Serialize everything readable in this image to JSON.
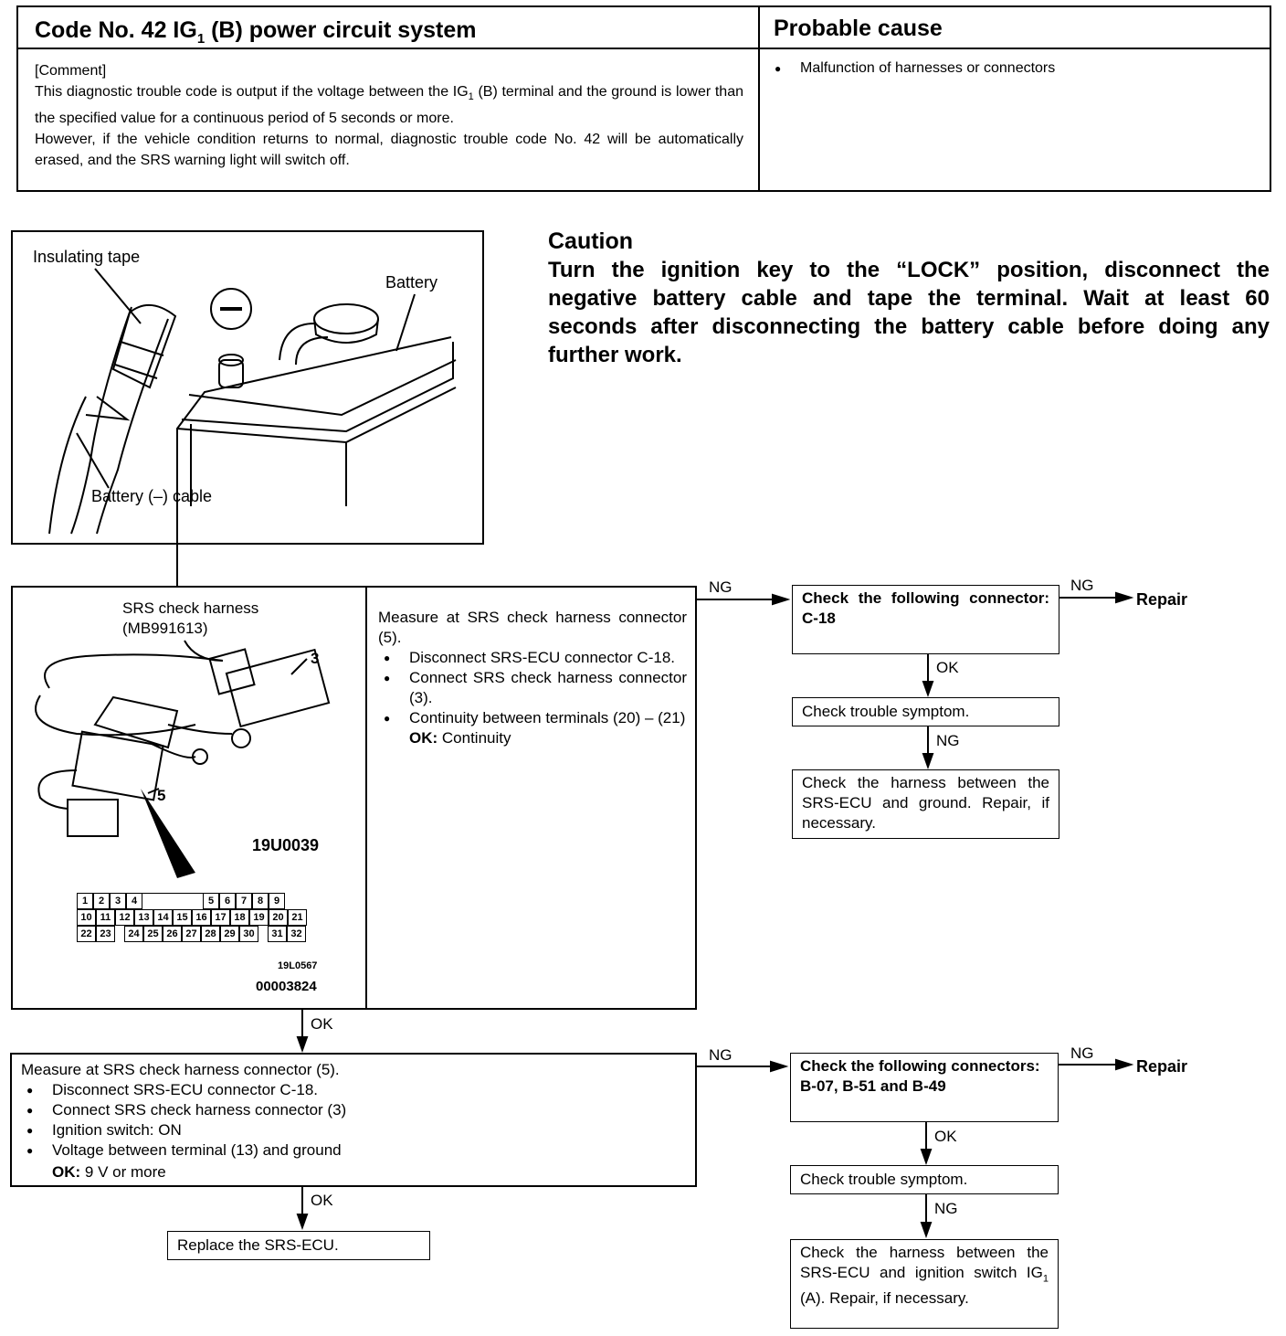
{
  "header": {
    "code_title": "Code No. 42 IG",
    "code_sub": "1",
    "code_rest": " (B) power circuit system",
    "cause_title": "Probable cause"
  },
  "comment": {
    "label": "[Comment]",
    "l1a": "This diagnostic trouble code is output if the voltage between the IG",
    "l1sub": "1",
    "l1b": " (B) terminal and the ground is lower than the specified value for a continuous period of 5 seconds or more.",
    "l2": "However, if the vehicle condition returns to normal, diagnostic trouble code No. 42 will be automatically erased, and the SRS warning light will switch off."
  },
  "cause": {
    "item": "Malfunction of  harnesses or connectors"
  },
  "battery_fig": {
    "tape": "Insulating tape",
    "battery": "Battery",
    "cable": "Battery (–) cable"
  },
  "caution": {
    "title": "Caution",
    "text": "Turn the ignition key to the “LOCK” position, disconnect the negative battery cable and tape the terminal. Wait at least 60 seconds after disconnecting the battery cable before doing any further work."
  },
  "harness_fig": {
    "name": "SRS check harness",
    "part": "(MB991613)",
    "c3": "3",
    "c5": "5",
    "fig_id": "19U0039",
    "pins_row1": [
      "1",
      "2",
      "3",
      "4",
      "",
      "5",
      "6",
      "7",
      "8",
      "9"
    ],
    "pins_row2": [
      "10",
      "11",
      "12",
      "13",
      "14",
      "15",
      "16",
      "17",
      "18",
      "19",
      "20",
      "21"
    ],
    "pins_row3": [
      "22",
      "23",
      "",
      "24",
      "25",
      "26",
      "27",
      "28",
      "29",
      "30",
      "",
      "31",
      "32"
    ],
    "ref1": "19L0567",
    "ref2": "00003824"
  },
  "step1": {
    "intro": "Measure at SRS check harness connector (5).",
    "b1": "Disconnect SRS-ECU connector C-18.",
    "b2": "Connect SRS check harness connector (3).",
    "b3": "Continuity between terminals (20) – (21)",
    "ok_label": "OK:",
    "ok_value": " Continuity"
  },
  "step2": {
    "intro": "Measure at SRS check harness connector (5).",
    "b1": "Disconnect SRS-ECU connector C-18.",
    "b2": "Connect SRS check harness connector (3)",
    "b3": "Ignition switch: ON",
    "b4": "Voltage between terminal (13) and ground",
    "ok_label": "OK:",
    "ok_value": " 9 V or more"
  },
  "right1": {
    "check": "Check the following connector: C-18",
    "symptom": "Check trouble symptom.",
    "harness": "Check the harness between the SRS-ECU and ground. Repair, if necessary."
  },
  "right2": {
    "check": "Check the following connectors: B-07, B-51 and B-49",
    "symptom": "Check trouble symptom.",
    "harness_a": "Check the harness between the SRS-ECU and ignition switch IG",
    "harness_sub": "1",
    "harness_b": " (A). Repair, if necessary."
  },
  "replace": "Replace the SRS-ECU.",
  "labels": {
    "ng": "NG",
    "ok": "OK",
    "repair": "Repair"
  }
}
